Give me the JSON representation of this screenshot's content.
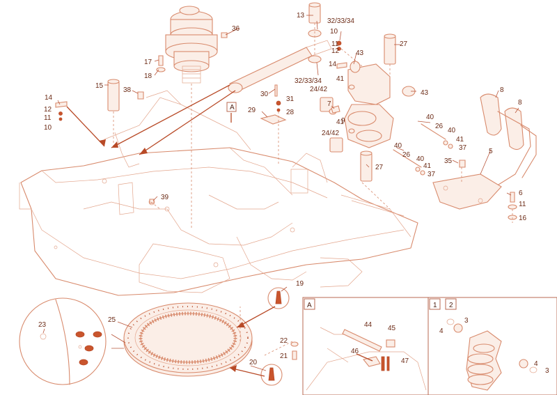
{
  "labels": {
    "l13": "13",
    "l32a": "32/33/34",
    "l36": "36",
    "l10a": "10",
    "l11a": "11",
    "l12a": "12",
    "l43a": "43",
    "l27a": "27",
    "l14a": "14",
    "l32b": "32/33/34",
    "l24a": "24/42",
    "l41a": "41",
    "l43b": "43",
    "l8a": "8",
    "l8b": "8",
    "l17": "17",
    "l18": "18",
    "l15": "15",
    "l38": "38",
    "l14b": "14",
    "l12b": "12",
    "l11b": "11",
    "l10b": "10",
    "l30": "30",
    "l31": "31",
    "l29": "29",
    "l28": "28",
    "l7": "7",
    "l9": "9",
    "l41b": "41",
    "l24b": "24/42",
    "l40a": "40",
    "l26a": "26",
    "l40b": "40",
    "l41c": "41",
    "l37a": "37",
    "l5": "5",
    "l40c": "40",
    "l26b": "26",
    "l40d": "40",
    "l41d": "41",
    "l37b": "37",
    "l27b": "27",
    "l35": "35",
    "l39": "39",
    "l6": "6",
    "l11c": "11",
    "l16": "16",
    "l19": "19",
    "l23": "23",
    "l25": "25",
    "l22": "22",
    "l21": "21",
    "l20": "20",
    "panelA_tag": "A",
    "l44": "44",
    "l45": "45",
    "l46": "46",
    "l47": "47",
    "panel1_tag": "1",
    "panel2_tag": "2",
    "l3a": "3",
    "l4a": "4",
    "l4b": "4",
    "l3b": "3",
    "viewA_tag": "A"
  },
  "colors": {
    "line": "#d88a6c",
    "label": "#6b2a15",
    "accent": "#c9552d"
  }
}
